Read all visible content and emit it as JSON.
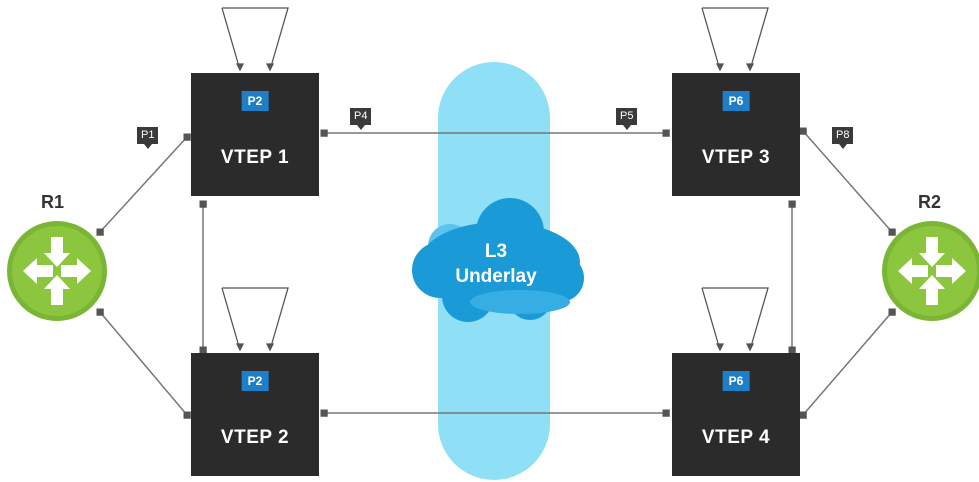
{
  "routers": [
    {
      "id": "r1",
      "label": "R1"
    },
    {
      "id": "r2",
      "label": "R2"
    }
  ],
  "vteps": [
    {
      "id": "vtep1",
      "label": "VTEP 1",
      "port": "P2"
    },
    {
      "id": "vtep2",
      "label": "VTEP 2",
      "port": "P2"
    },
    {
      "id": "vtep3",
      "label": "VTEP 3",
      "port": "P6"
    },
    {
      "id": "vtep4",
      "label": "VTEP 4",
      "port": "P6"
    }
  ],
  "port_tags": [
    "P1",
    "P4",
    "P5",
    "P8"
  ],
  "underlay": {
    "line1": "L3",
    "line2": "Underlay"
  },
  "colors": {
    "router": "#7ab536",
    "vtep": "#2b2b2b",
    "port_badge": "#1e7ec8",
    "underlay_column": "#8fe0f7",
    "cloud": "#1a9ad6",
    "link": "#777777"
  }
}
